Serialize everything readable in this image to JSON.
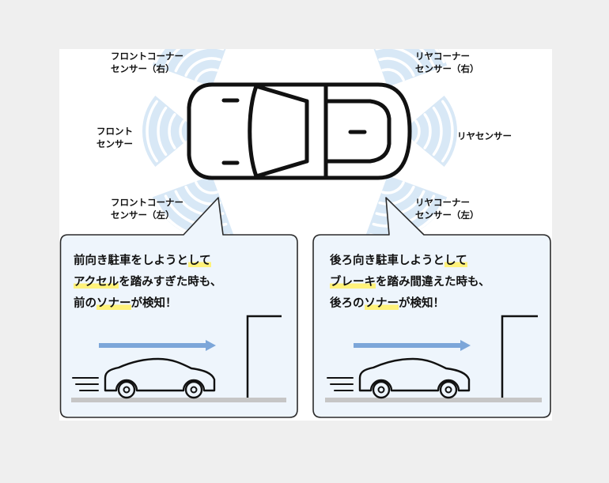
{
  "sensors": {
    "front_corner_right": {
      "line1": "フロントコーナー",
      "line2": "センサー（右）"
    },
    "front": {
      "line1": "フロント",
      "line2": "センサー"
    },
    "front_corner_left": {
      "line1": "フロントコーナー",
      "line2": "センサー（左）"
    },
    "rear_corner_right": {
      "line1": "リヤコーナー",
      "line2": "センサー（右）"
    },
    "rear": {
      "line1": "リヤセンサー"
    },
    "rear_corner_left": {
      "line1": "リヤコーナー",
      "line2": "センサー（左）"
    }
  },
  "scenarios": {
    "forward": {
      "lines": [
        [
          "前向き駐車をしようと",
          "して"
        ],
        [
          "アクセル",
          "を踏みすぎた時も、"
        ],
        [
          "前の",
          "ソナー",
          "が検知！"
        ]
      ]
    },
    "reverse": {
      "lines": [
        [
          "後ろ向き駐車しようと",
          "して"
        ],
        [
          "ブレーキ",
          "を踏み間違えた時も、"
        ],
        [
          "後ろの",
          "ソナー",
          "が検知！"
        ]
      ]
    }
  },
  "colors": {
    "page_bg": "#efefef",
    "panel": "#ffffff",
    "wave": "#d8e8f6",
    "box": "#eef5fc",
    "arrow": "#7ca6d9",
    "marker": "#fff27a",
    "ground": "#c6c6c6"
  }
}
